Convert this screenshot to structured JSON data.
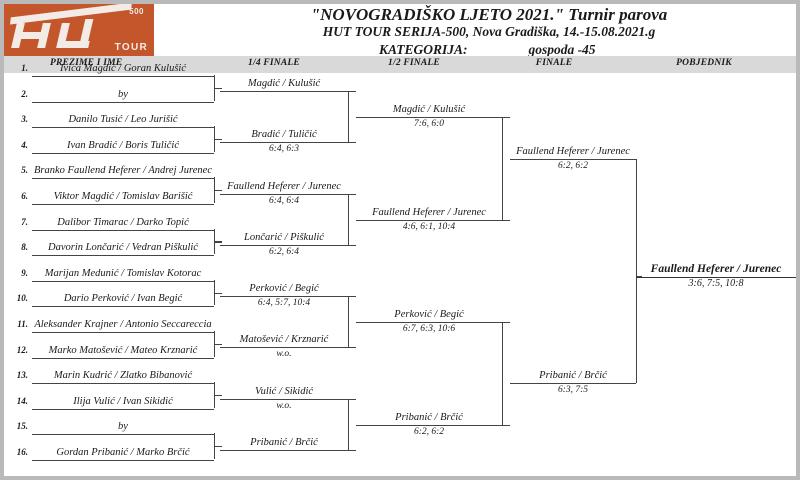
{
  "logo": {
    "brand": "HUT",
    "tier": "500",
    "tour": "TOUR"
  },
  "header": {
    "title": "\"NOVOGRADIŠKO LJETO 2021.\" Turnir parova",
    "subtitle": "HUT TOUR SERIJA-500, Nova Gradiška, 14.-15.08.2021.g",
    "category_label": "KATEGORIJA:",
    "category_value": "gospoda -45"
  },
  "columns": {
    "names": "PREZIME I IME",
    "quarter": "1/4 FINALE",
    "semi": "1/2 FINALE",
    "final": "FINALE",
    "winner": "POBJEDNIK"
  },
  "round1": [
    {
      "num": "1.",
      "team": "Ivica Magdić / Goran Kulušić"
    },
    {
      "num": "2.",
      "team": "by"
    },
    {
      "num": "3.",
      "team": "Danilo Tusić / Leo Jurišić"
    },
    {
      "num": "4.",
      "team": "Ivan Bradić / Boris Tuličić"
    },
    {
      "num": "5.",
      "team": "Branko Faullend Heferer / Andrej Jurenec"
    },
    {
      "num": "6.",
      "team": "Viktor Magdić / Tomislav Barišić"
    },
    {
      "num": "7.",
      "team": "Dalibor Timarac / Darko Topić"
    },
    {
      "num": "8.",
      "team": "Davorin Lončarić / Vedran Piškulić"
    },
    {
      "num": "9.",
      "team": "Marijan Medunić / Tomislav Kotorac"
    },
    {
      "num": "10.",
      "team": "Dario Perković / Ivan Begić"
    },
    {
      "num": "11.",
      "team": "Aleksander Krajner / Antonio Seccareccia"
    },
    {
      "num": "12.",
      "team": "Marko Matošević / Mateo Krznarić"
    },
    {
      "num": "13.",
      "team": "Marin Kudrić / Zlatko Bibanović"
    },
    {
      "num": "14.",
      "team": "Ilija Vulić / Ivan Sikidić"
    },
    {
      "num": "15.",
      "team": "by"
    },
    {
      "num": "16.",
      "team": "Gordan Pribanić / Marko Brčić"
    }
  ],
  "quarterfinals": [
    {
      "team": "Magdić / Kulušić",
      "score": ""
    },
    {
      "team": "Bradić / Tuličić",
      "score": "6:4, 6:3"
    },
    {
      "team": "Faullend Heferer / Jurenec",
      "score": "6:4, 6:4"
    },
    {
      "team": "Lončarić / Piškulić",
      "score": "6:2, 6:4"
    },
    {
      "team": "Perković / Begić",
      "score": "6:4, 5:7, 10:4"
    },
    {
      "team": "Matošević / Krznarić",
      "score": "w.o."
    },
    {
      "team": "Vulić / Sikidić",
      "score": "w.o."
    },
    {
      "team": "Pribanić / Brčić",
      "score": ""
    }
  ],
  "semifinals": [
    {
      "team": "Magdić / Kulušić",
      "score": "7:6, 6:0"
    },
    {
      "team": "Faullend Heferer / Jurenec",
      "score": "4:6, 6:1, 10:4"
    },
    {
      "team": "Perković / Begić",
      "score": "6:7, 6:3, 10:6"
    },
    {
      "team": "Pribanić / Brčić",
      "score": "6:2, 6:2"
    }
  ],
  "finals": [
    {
      "team": "Faullend Heferer / Jurenec",
      "score": "6:2, 6:2"
    },
    {
      "team": "Pribanić / Brčić",
      "score": "6:3, 7:5"
    }
  ],
  "champion": {
    "team": "Faullend Heferer / Jurenec",
    "score": "3:6, 7:5, 10:8"
  },
  "colors": {
    "brand_orange": "#c4562c",
    "header_band": "#d9d9d9",
    "line": "#444444"
  }
}
